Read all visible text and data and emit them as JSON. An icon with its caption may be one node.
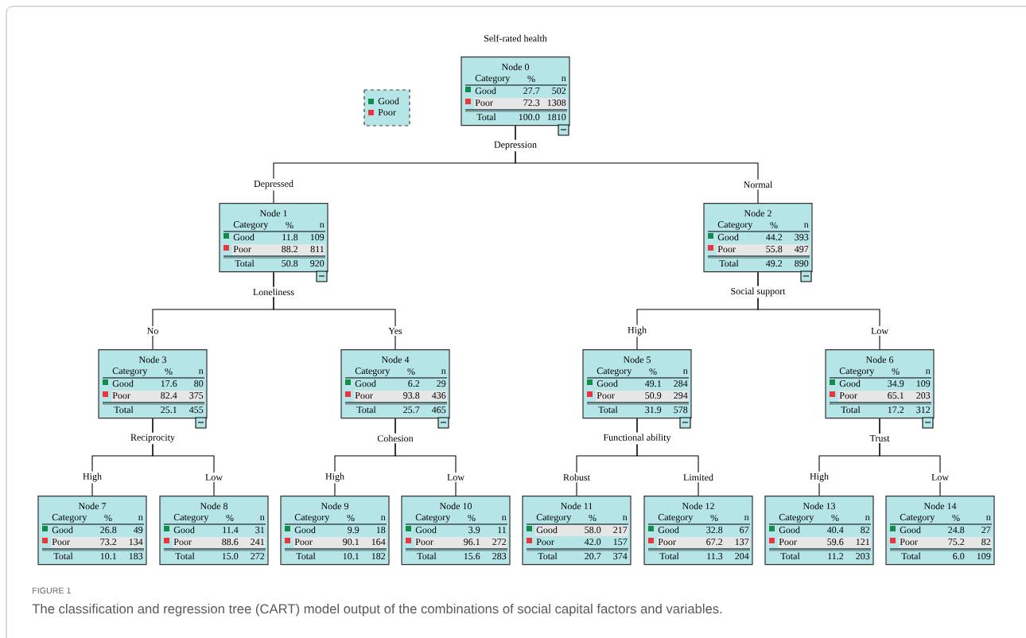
{
  "diagram": {
    "title": "Self-rated health",
    "caption": "The classification and regression tree (CART) model output of the combinations of social capital factors and variables.",
    "nodes": [
      {
        "text": [
          "Node 0",
          "Category",
          "%",
          "n",
          "Good",
          "27.7",
          "502",
          "Poor",
          "72.3",
          "1308",
          "Total",
          "100.0",
          "1810"
        ],
        "beside": [
          "Depression"
        ]
      },
      {
        "text": [
          "Node 1",
          "Category",
          "%",
          "n",
          "Good",
          "11.8",
          "109",
          "Poor",
          "88.2",
          "811",
          "Total",
          "50.8",
          "920"
        ],
        "beside": [
          "Loneliness"
        ]
      },
      {
        "text": [
          "Node 2",
          "Category",
          "%",
          "n",
          "Good",
          "44.2",
          "393",
          "Poor",
          "55.8",
          "497",
          "Total",
          "49.2",
          "890"
        ],
        "beside": [
          "Social support"
        ]
      },
      {
        "text": [
          "Node 3",
          "Category",
          "%",
          "n",
          "Good",
          "17.6",
          "80",
          "Poor",
          "82.4",
          "375",
          "Total",
          "25.1",
          "455"
        ],
        "beside": [
          "Reciprocity"
        ]
      },
      {
        "text": [
          "Node 4",
          "Category",
          "%",
          "n",
          "Good",
          "6.2",
          "29",
          "Poor",
          "93.8",
          "436",
          "Total",
          "25.7",
          "465"
        ],
        "beside": [
          "Cohesion"
        ]
      },
      {
        "text": [
          "Node 5",
          "Category",
          "%",
          "n",
          "Good",
          "49.1",
          "284",
          "Poor",
          "50.9",
          "294",
          "Total",
          "31.9",
          "578"
        ],
        "beside": [
          "Functional ability"
        ]
      },
      {
        "text": [
          "Node 6",
          "Category",
          "%",
          "n",
          "Good",
          "34.9",
          "109",
          "Poor",
          "65.1",
          "203",
          "Total",
          "17.2",
          "312"
        ],
        "beside": [
          "Trust"
        ]
      },
      {
        "text": [
          "Node 7",
          "Category",
          "%",
          "n",
          "Good",
          "26.8",
          "49",
          "Poor",
          "73.2",
          "134",
          "Total",
          "10.1",
          "183"
        ]
      },
      {
        "text": [
          "Node 8",
          "Category",
          "%",
          "n",
          "Good",
          "11.4",
          "31",
          "Poor",
          "88.6",
          "241",
          "Total",
          "15.0",
          "272"
        ]
      },
      {
        "text": [
          "Node 9",
          "Category",
          "%",
          "n",
          "Good",
          "9.9",
          "18",
          "Poor",
          "90.1",
          "164",
          "Total",
          "10.1",
          "182"
        ]
      },
      {
        "text": [
          "Node 10",
          "Category",
          "%",
          "n",
          "Good",
          "3.9",
          "11",
          "Poor",
          "96.1",
          "272",
          "Total",
          "15.6",
          "283"
        ]
      },
      {
        "text": [
          "Node 11",
          "Category",
          "%",
          "n",
          "Good",
          "58.0",
          "217",
          "Poor",
          "42.0",
          "157",
          "Total",
          "20.7",
          "374"
        ]
      },
      {
        "text": [
          "Node 12",
          "Category",
          "%",
          "n",
          "Good",
          "32.8",
          "67",
          "Poor",
          "67.2",
          "137",
          "Total",
          "11.3",
          "204"
        ]
      },
      {
        "text": [
          "Node 13",
          "Category",
          "%",
          "n",
          "Good",
          "40.4",
          "82",
          "Poor",
          "59.6",
          "121",
          "Total",
          "11.2",
          "203"
        ]
      },
      {
        "text": [
          "Node 14",
          "Category",
          "%",
          "n",
          "Good",
          "24.8",
          "27",
          "Poor",
          "75.2",
          "82",
          "Total",
          "6.0",
          "109"
        ]
      }
    ],
    "edges": [
      {
        "from": 0,
        "to": 1,
        "arrow": "none",
        "label": "Depressed"
      },
      {
        "from": 0,
        "to": 2,
        "arrow": "none",
        "label": "Normal"
      },
      {
        "from": 1,
        "to": 3,
        "arrow": "none",
        "label": "No"
      },
      {
        "from": 1,
        "to": 4,
        "arrow": "none",
        "label": "Yes"
      },
      {
        "from": 2,
        "to": 5,
        "arrow": "none",
        "label": "High"
      },
      {
        "from": 2,
        "to": 6,
        "arrow": "none",
        "label": "Low"
      },
      {
        "from": 3,
        "to": 7,
        "arrow": "none",
        "label": "High"
      },
      {
        "from": 3,
        "to": 8,
        "arrow": "none",
        "label": "Low"
      },
      {
        "from": 4,
        "to": 9,
        "arrow": "none",
        "label": "High"
      },
      {
        "from": 4,
        "to": 10,
        "arrow": "none",
        "label": "Low"
      },
      {
        "from": 5,
        "to": 11,
        "arrow": "none",
        "label": "Robust"
      },
      {
        "from": 5,
        "to": 12,
        "arrow": "none",
        "label": "Limited"
      },
      {
        "from": 6,
        "to": 13,
        "arrow": "none",
        "label": "High"
      },
      {
        "from": 6,
        "to": 14,
        "arrow": "none",
        "label": "Low"
      }
    ],
    "labels": [
      "FIGURE 1"
    ],
    "legend": [
      {
        "text": "Good",
        "color": "#118c4a"
      },
      {
        "text": "Poor",
        "color": "#ec343c"
      }
    ]
  }
}
